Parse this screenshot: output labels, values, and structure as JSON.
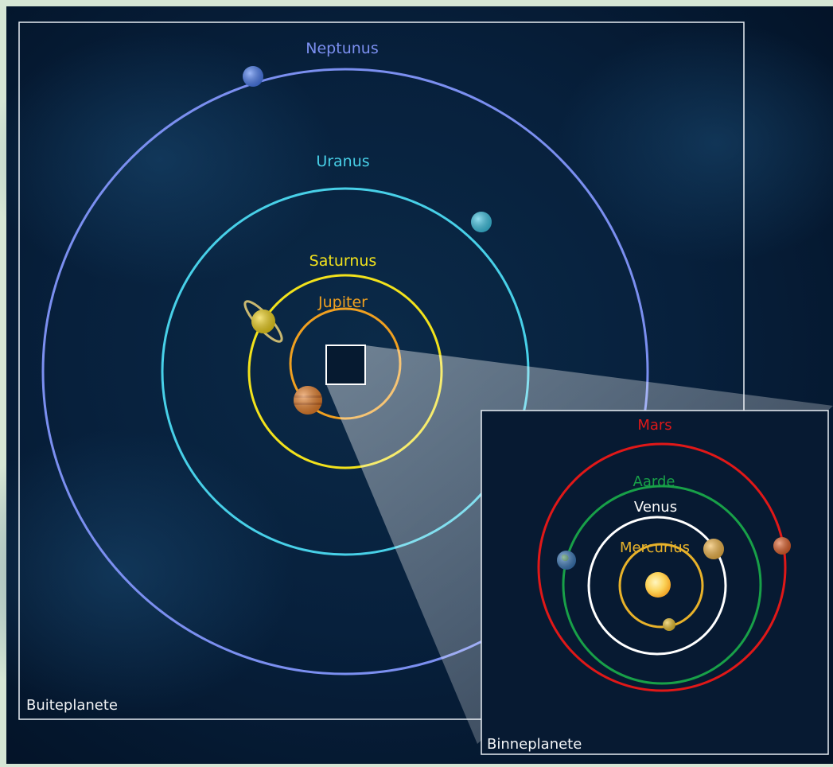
{
  "outer_panel": {
    "caption": "Buiteplanete",
    "planets": [
      {
        "name": "Jupiter",
        "color": "#f0a020",
        "body_color": "#e8802a"
      },
      {
        "name": "Saturnus",
        "color": "#f2e21c",
        "body_color": "#f0d21a"
      },
      {
        "name": "Uranus",
        "color": "#48d0e8",
        "body_color": "#3cc4e4"
      },
      {
        "name": "Neptunus",
        "color": "#7b8ff0",
        "body_color": "#4a7cf0"
      }
    ]
  },
  "inner_panel": {
    "caption": "Binneplanete",
    "sun_color": "#fbd35a",
    "planets": [
      {
        "name": "Mercurius",
        "color": "#e8b22a",
        "body_color": "#e8c030"
      },
      {
        "name": "Venus",
        "color": "#ffffff",
        "body_color": "#f2b648"
      },
      {
        "name": "Aarde",
        "color": "#18a048",
        "body_color": "#3a78b8"
      },
      {
        "name": "Mars",
        "color": "#e01818",
        "body_color": "#e0602a"
      }
    ]
  }
}
